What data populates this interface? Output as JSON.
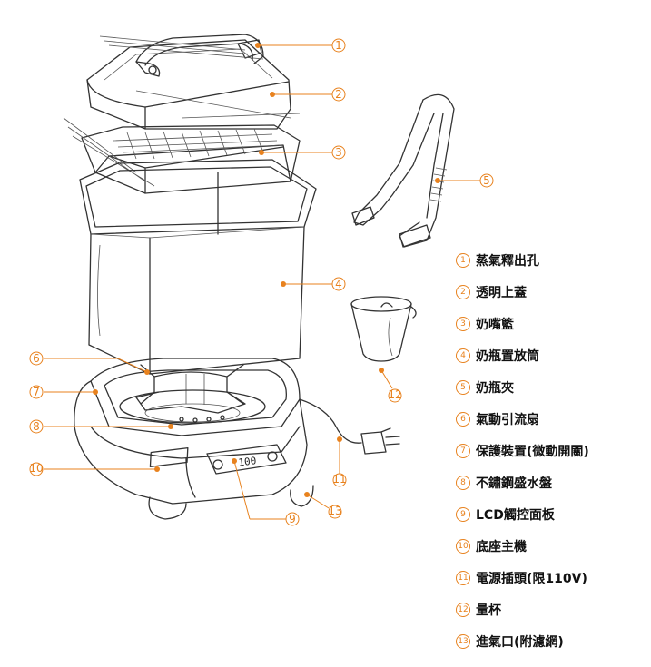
{
  "lcd_display": "100",
  "callouts": [
    {
      "num": "①",
      "text": "蒸氣釋出孔"
    },
    {
      "num": "②",
      "text": "透明上蓋"
    },
    {
      "num": "③",
      "text": "奶嘴籃"
    },
    {
      "num": "④",
      "text": "奶瓶置放筒"
    },
    {
      "num": "⑤",
      "text": "奶瓶夾"
    },
    {
      "num": "⑥",
      "text": "氣動引流扇"
    },
    {
      "num": "⑦",
      "text": "保護裝置(微動開關)"
    },
    {
      "num": "⑧",
      "text": "不鏽鋼盛水盤"
    },
    {
      "num": "⑨",
      "text": "LCD觸控面板"
    },
    {
      "num": "⑩",
      "text": "底座主機"
    },
    {
      "num": "⑪",
      "text": "電源插頭(限110V)"
    },
    {
      "num": "⑫",
      "text": "量杯"
    },
    {
      "num": "⑬",
      "text": "進氣口(附濾網)"
    }
  ],
  "colors": {
    "accent": "#e8821e",
    "line": "#333333"
  }
}
